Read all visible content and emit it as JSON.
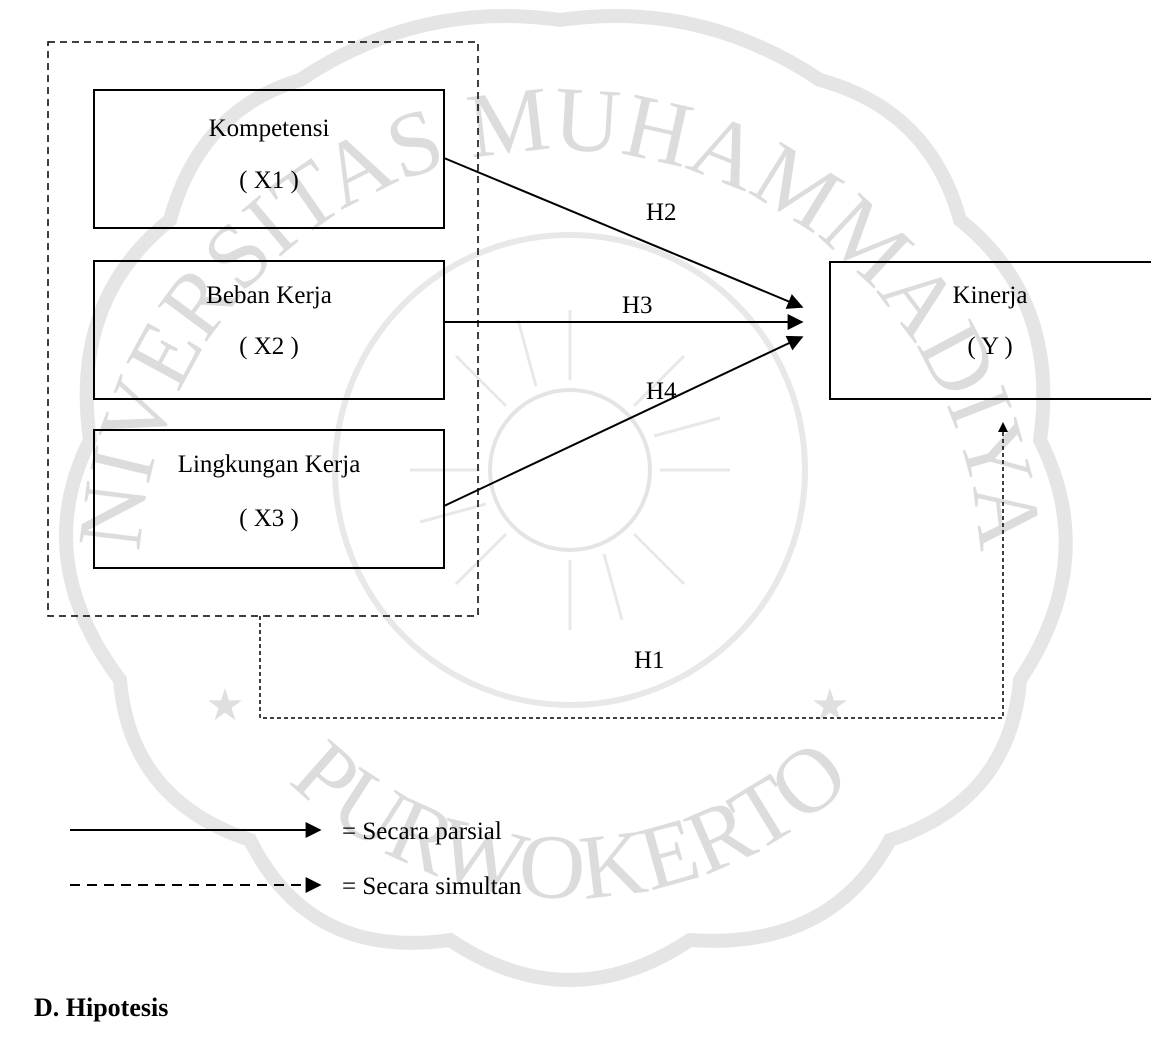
{
  "watermark": {
    "top_text": "UNIVERSITAS MUHAMMADIYAH",
    "bottom_text": "PURWOKERTO",
    "color": "#d9d9d9"
  },
  "diagram": {
    "x1": {
      "title": "Kompetensi",
      "code": "( X1 )"
    },
    "x2": {
      "title": "Beban Kerja",
      "code": "( X2 )"
    },
    "x3": {
      "title": "Lingkungan Kerja",
      "code": "( X3 )"
    },
    "y": {
      "title": "Kinerja",
      "code": "( Y )"
    },
    "h1": "H1",
    "h2": "H2",
    "h3": "H3",
    "h4": "H4"
  },
  "legend": {
    "partial": "= Secara parsial",
    "simultaneous": "= Secara simultan"
  },
  "heading": "D. Hipotesis"
}
